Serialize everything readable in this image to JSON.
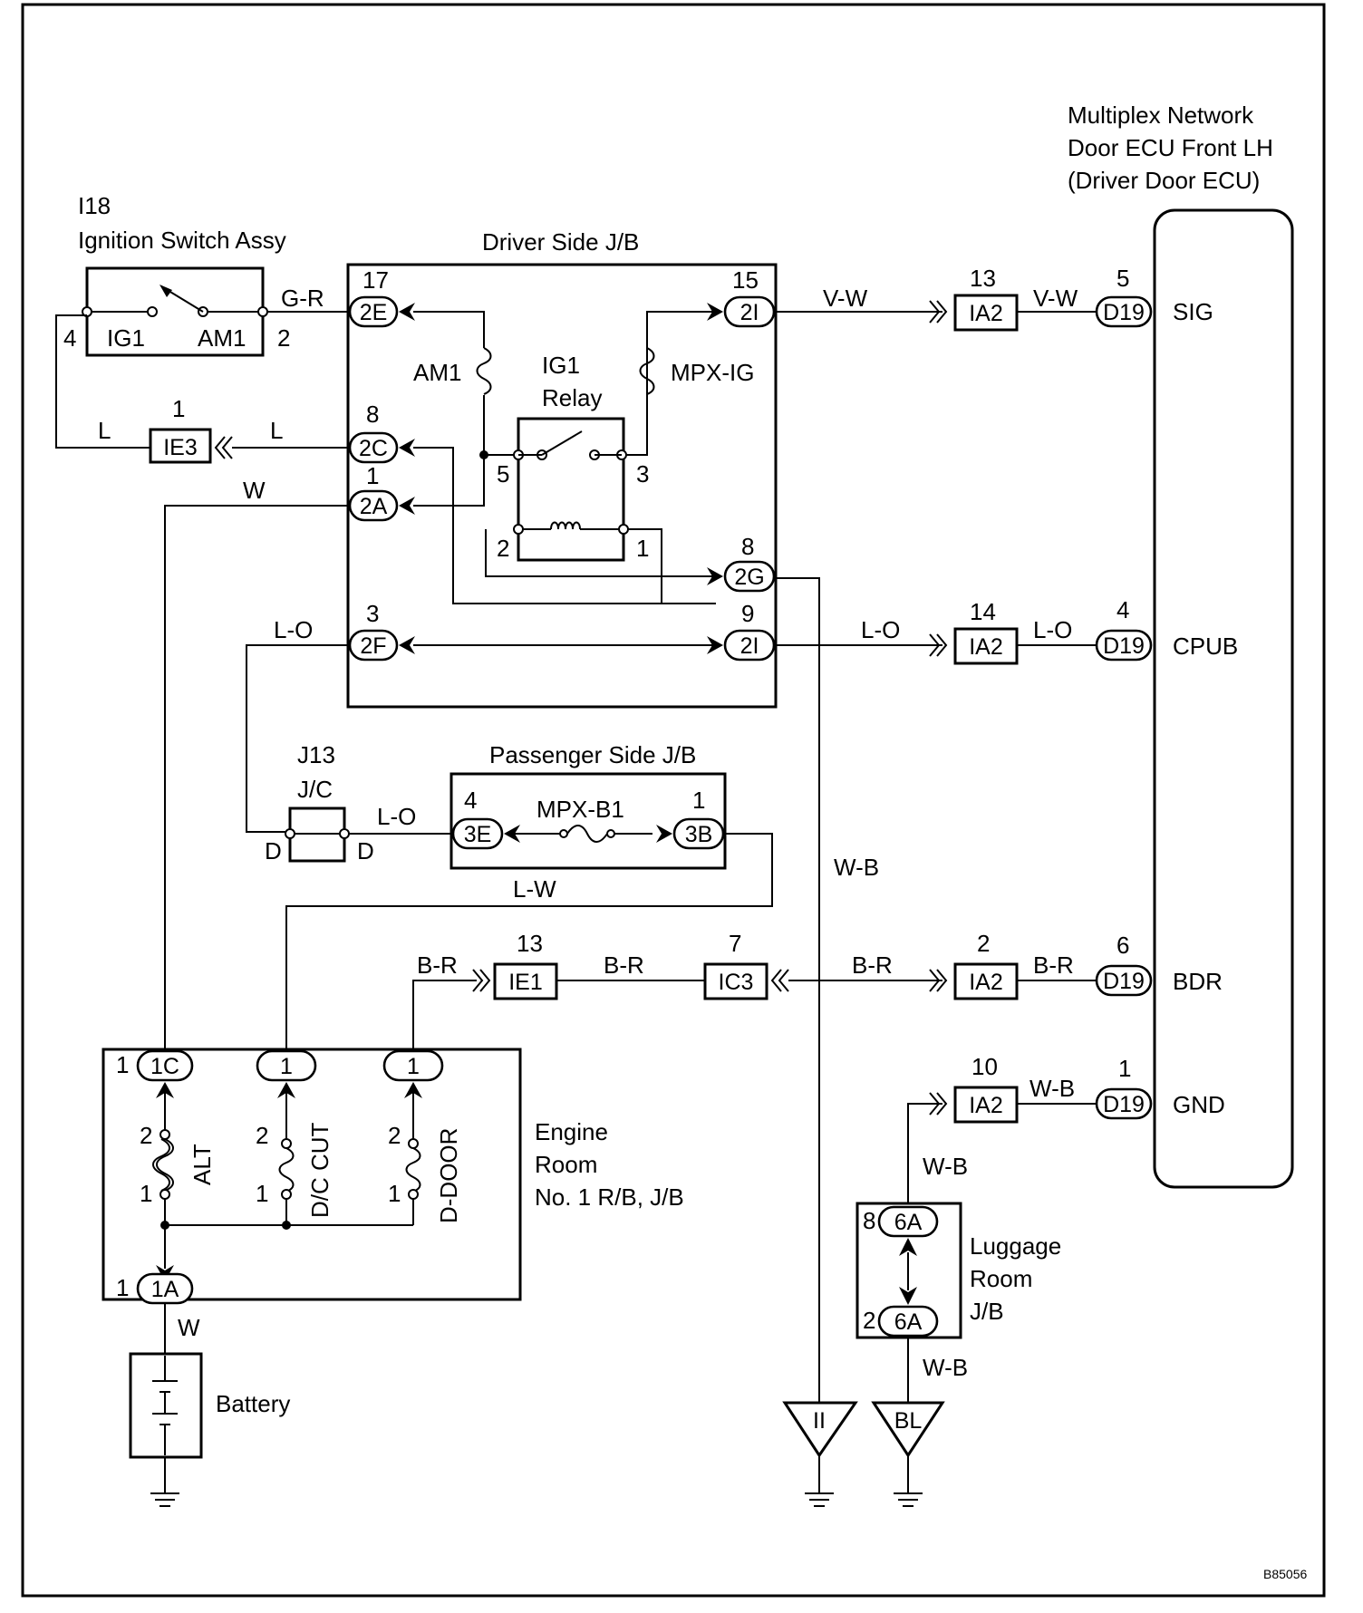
{
  "ignition_switch": {
    "code": "I18",
    "name": "Ignition Switch Assy",
    "contacts": [
      "IG1",
      "AM1"
    ],
    "pin_left": "4",
    "pin_right": "2"
  },
  "driver_jb": {
    "title": "Driver Side J/B",
    "fuse_am1": "AM1",
    "relay_line1": "IG1",
    "relay_line2": "Relay",
    "fuse_mpx": "MPX-IG",
    "relay_pins": [
      "5",
      "3",
      "2",
      "1"
    ],
    "connectors": [
      {
        "id": "2E",
        "pin": "17"
      },
      {
        "id": "2C",
        "pin": "8"
      },
      {
        "id": "2A",
        "pin": "1"
      },
      {
        "id": "2F",
        "pin": "3"
      },
      {
        "id": "2I",
        "pin": "15"
      },
      {
        "id": "2G",
        "pin": "8"
      },
      {
        "id": "2I",
        "pin": "9"
      }
    ]
  },
  "ecu": {
    "title_line1": "Multiplex Network",
    "title_line2": "Door ECU Front LH",
    "title_line3": "(Driver Door ECU)",
    "terminals": [
      {
        "name": "SIG",
        "connector": "D19",
        "pin": "5",
        "wire": "V-W"
      },
      {
        "name": "CPUB",
        "connector": "D19",
        "pin": "4",
        "wire": "L-O"
      },
      {
        "name": "BDR",
        "connector": "D19",
        "pin": "6",
        "wire": "B-R"
      },
      {
        "name": "GND",
        "connector": "D19",
        "pin": "1",
        "wire": "W-B"
      }
    ]
  },
  "ia2_connectors": [
    {
      "id": "IA2",
      "pin": "13"
    },
    {
      "id": "IA2",
      "pin": "14"
    },
    {
      "id": "IA2",
      "pin": "2"
    },
    {
      "id": "IA2",
      "pin": "10"
    }
  ],
  "wires": {
    "gr": "G-R",
    "l_left": "L",
    "l_right": "L",
    "w_top": "W",
    "lo_left": "L-O",
    "vw": "V-W",
    "lo_right": "L-O",
    "lo_jc": "L-O",
    "lw": "L-W",
    "wb_vertical": "W-B",
    "br1": "B-R",
    "br2": "B-R",
    "br3": "B-R",
    "wb_luggage_top": "W-B",
    "wb_luggage_bottom": "W-B",
    "w_battery": "W"
  },
  "ie3": {
    "id": "IE3",
    "pin": "1"
  },
  "jc": {
    "code": "J13",
    "name": "J/C",
    "pin_left": "D",
    "pin_right": "D"
  },
  "passenger_jb": {
    "title": "Passenger Side J/B",
    "fuse": "MPX-B1",
    "connectors": [
      {
        "id": "3E",
        "pin": "4"
      },
      {
        "id": "3B",
        "pin": "1"
      }
    ]
  },
  "ie1": {
    "id": "IE1",
    "pin": "13"
  },
  "ic3": {
    "id": "IC3",
    "pin": "7"
  },
  "engine_room": {
    "title_line1": "Engine",
    "title_line2": "Room",
    "title_line3": "No. 1 R/B, J/B",
    "connectors": [
      {
        "id": "1C",
        "pin": "1"
      },
      {
        "id": "1",
        "pin": ""
      },
      {
        "id": "1",
        "pin": ""
      },
      {
        "id": "1A",
        "pin": "1"
      }
    ],
    "fuses": [
      {
        "name": "ALT",
        "pin_top": "2",
        "pin_bottom": "1"
      },
      {
        "name": "D/C CUT",
        "pin_top": "2",
        "pin_bottom": "1"
      },
      {
        "name": "D-DOOR",
        "pin_top": "2",
        "pin_bottom": "1"
      }
    ]
  },
  "luggage_jb": {
    "title_line1": "Luggage",
    "title_line2": "Room",
    "title_line3": "J/B",
    "connectors": [
      {
        "id": "6A",
        "pin": "8"
      },
      {
        "id": "6A",
        "pin": "2"
      }
    ]
  },
  "grounds": [
    "II",
    "BL"
  ],
  "battery": "Battery",
  "figure_code": "B85056"
}
